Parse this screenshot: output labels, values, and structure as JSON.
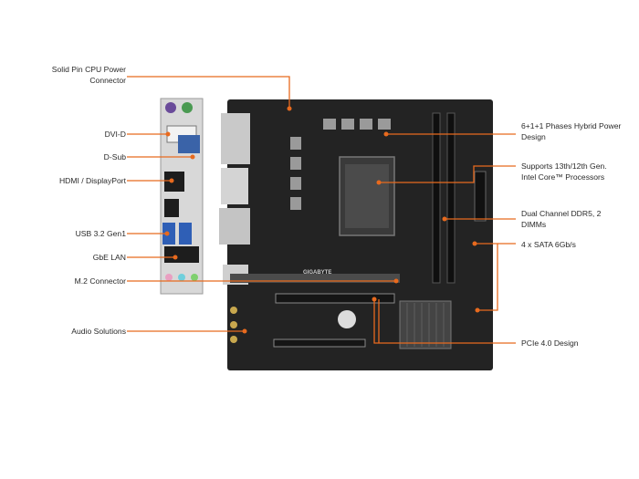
{
  "labels": {
    "cpu_power": "Solid Pin CPU Power Connector",
    "dvi_d": "DVI-D",
    "d_sub": "D-Sub",
    "hdmi_dp": "HDMI / DisplayPort",
    "usb": "USB 3.2 Gen1",
    "lan": "GbE LAN",
    "m2": "M.2 Connector",
    "audio": "Audio Solutions",
    "phases": "6+1+1 Phases Hybrid Power Design",
    "supports": "Supports 13th/12th Gen. Intel Core™ Processors",
    "ddr5": "Dual Channel DDR5, 2 DIMMs",
    "sata": "4 x SATA 6Gb/s",
    "pcie": "PCIe 4.0 Design"
  },
  "board": {
    "brand": "GIGABYTE"
  },
  "colors": {
    "callout": "#e86a1e",
    "board": "#232323",
    "text": "#2a2a2a"
  }
}
